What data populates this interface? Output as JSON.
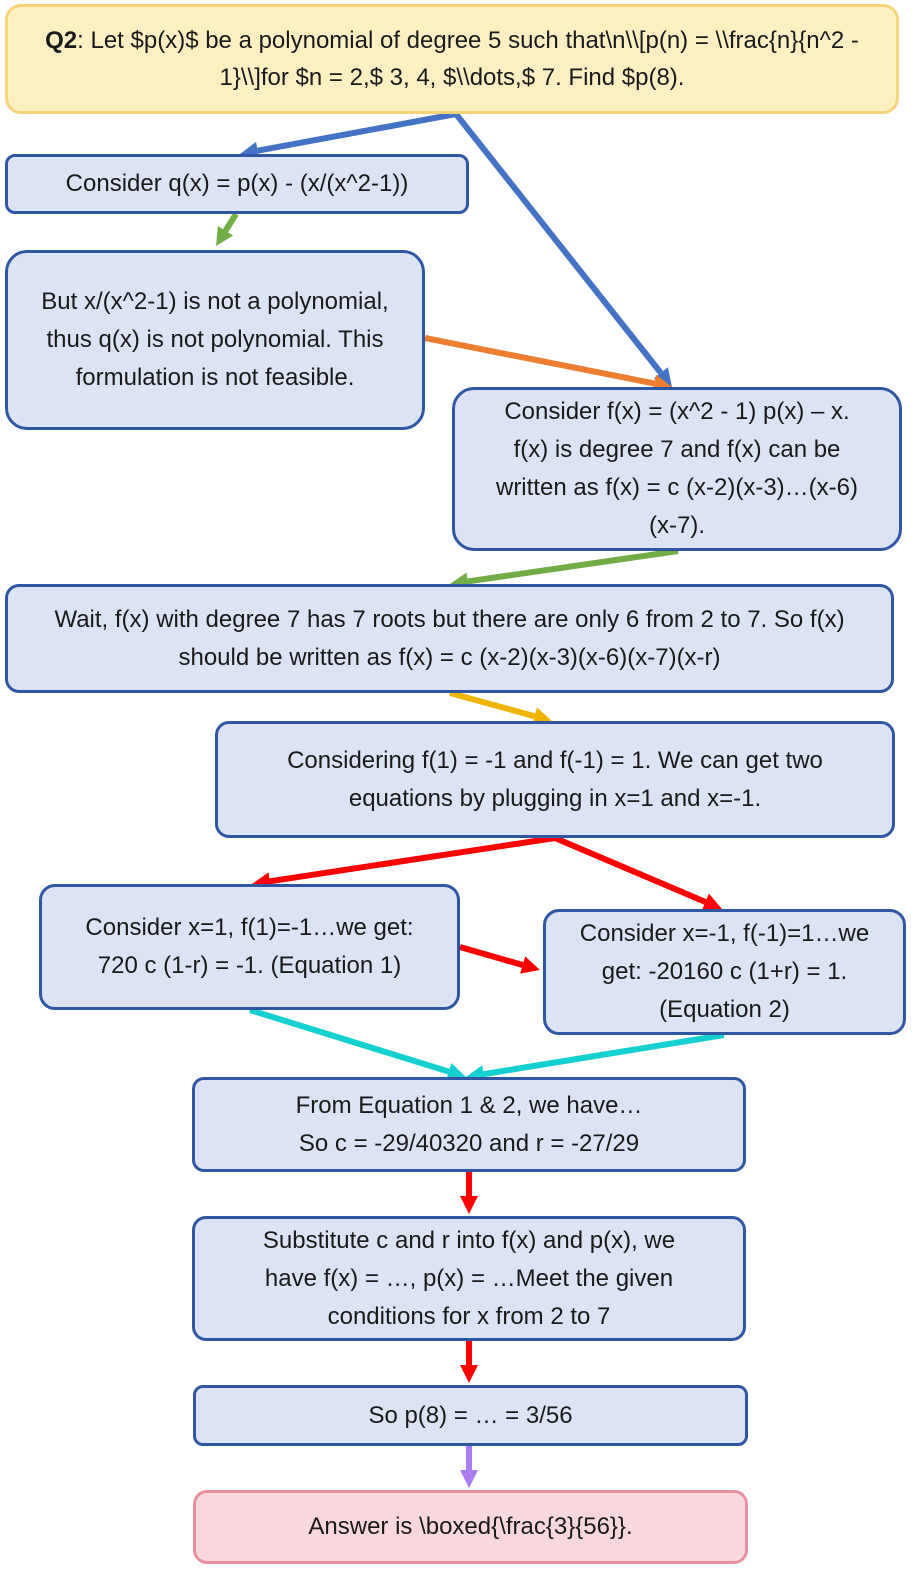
{
  "colors": {
    "node_fill": "#dbe3f5",
    "node_border": "#2f57a3",
    "question_fill": "#fcefc2",
    "question_border": "#f5d37a",
    "answer_fill": "#f8d7dd",
    "answer_border": "#e8909f",
    "arrow_blue": "#4472c4",
    "arrow_green": "#70ad47",
    "arrow_orange": "#ed7d31",
    "arrow_gold": "#f0b400",
    "arrow_red": "#ff0000",
    "arrow_cyan": "#14d0d0",
    "arrow_purple": "#a97cf0"
  },
  "question": {
    "label": "Q2",
    "text": ": Let $p(x)$ be a polynomial of degree 5 such that\\n\\\\[p(n) = \\\\frac{n}{n^2 - 1}\\\\]for $n = 2,$ 3, 4, $\\\\dots,$ 7. Find $p(8)."
  },
  "steps": {
    "consider_q": "Consider q(x) = p(x) - (x/(x^2-1))",
    "not_polynomial": "But x/(x^2-1) is not a polynomial, thus q(x) is not polynomial. This formulation is not feasible.",
    "consider_f": "Consider f(x) = (x^2 - 1) p(x) – x.  f(x) is degree 7 and f(x) can be written as f(x) = c (x-2)(x-3)…(x-6)(x-7).",
    "wait_roots": "Wait, f(x) with degree 7 has 7 roots but there are only 6 from 2 to 7. So f(x) should be written as f(x) = c (x-2)(x-3)(x-6)(x-7)(x-r)",
    "considering_f1": "Considering f(1) = -1 and f(-1) = 1. We can get two equations by plugging in x=1 and x=-1.",
    "equation1": "Consider x=1, f(1)=-1…we get: 720 c (1-r) = -1. (Equation 1)",
    "equation2": "Consider x=-1, f(-1)=1…we get: -20160 c (1+r) = 1. (Equation 2)",
    "solve": "From Equation 1 & 2, we have…\nSo c = -29/40320 and r = -27/29",
    "substitute": "Substitute c and r into f(x) and p(x), we have f(x) = …, p(x) = …Meet the given conditions for x from 2 to 7",
    "p8": "So p(8) = … = 3/56",
    "answer": "Answer is \\boxed{\\frac{3}{56}}."
  }
}
